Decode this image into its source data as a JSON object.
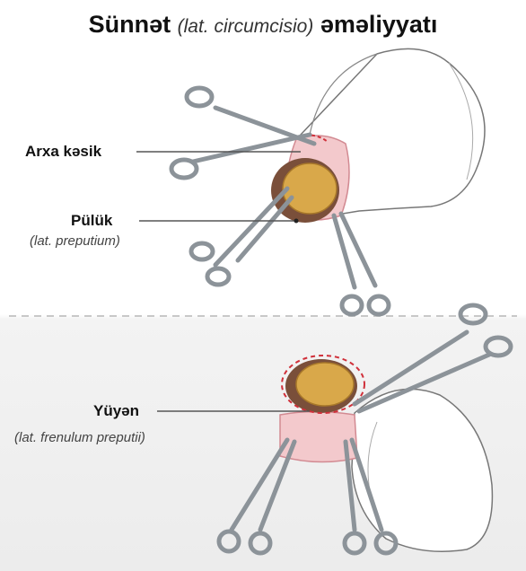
{
  "title": {
    "main": "Sünnət",
    "latin": "(lat. circumcisio)",
    "end": "əməliyyatı"
  },
  "labels": {
    "incision": {
      "name": "Arxa kəsik"
    },
    "foreskin": {
      "name": "Pülük",
      "latin": "(lat. preputium)"
    },
    "frenulum": {
      "name": "Yüyən",
      "latin": "(lat. frenulum preputii)"
    }
  },
  "colors": {
    "glans": "#d9a84a",
    "skin": "#f3c9cc",
    "instrument": "#9aa0a6",
    "cut_line": "#d0303a"
  }
}
